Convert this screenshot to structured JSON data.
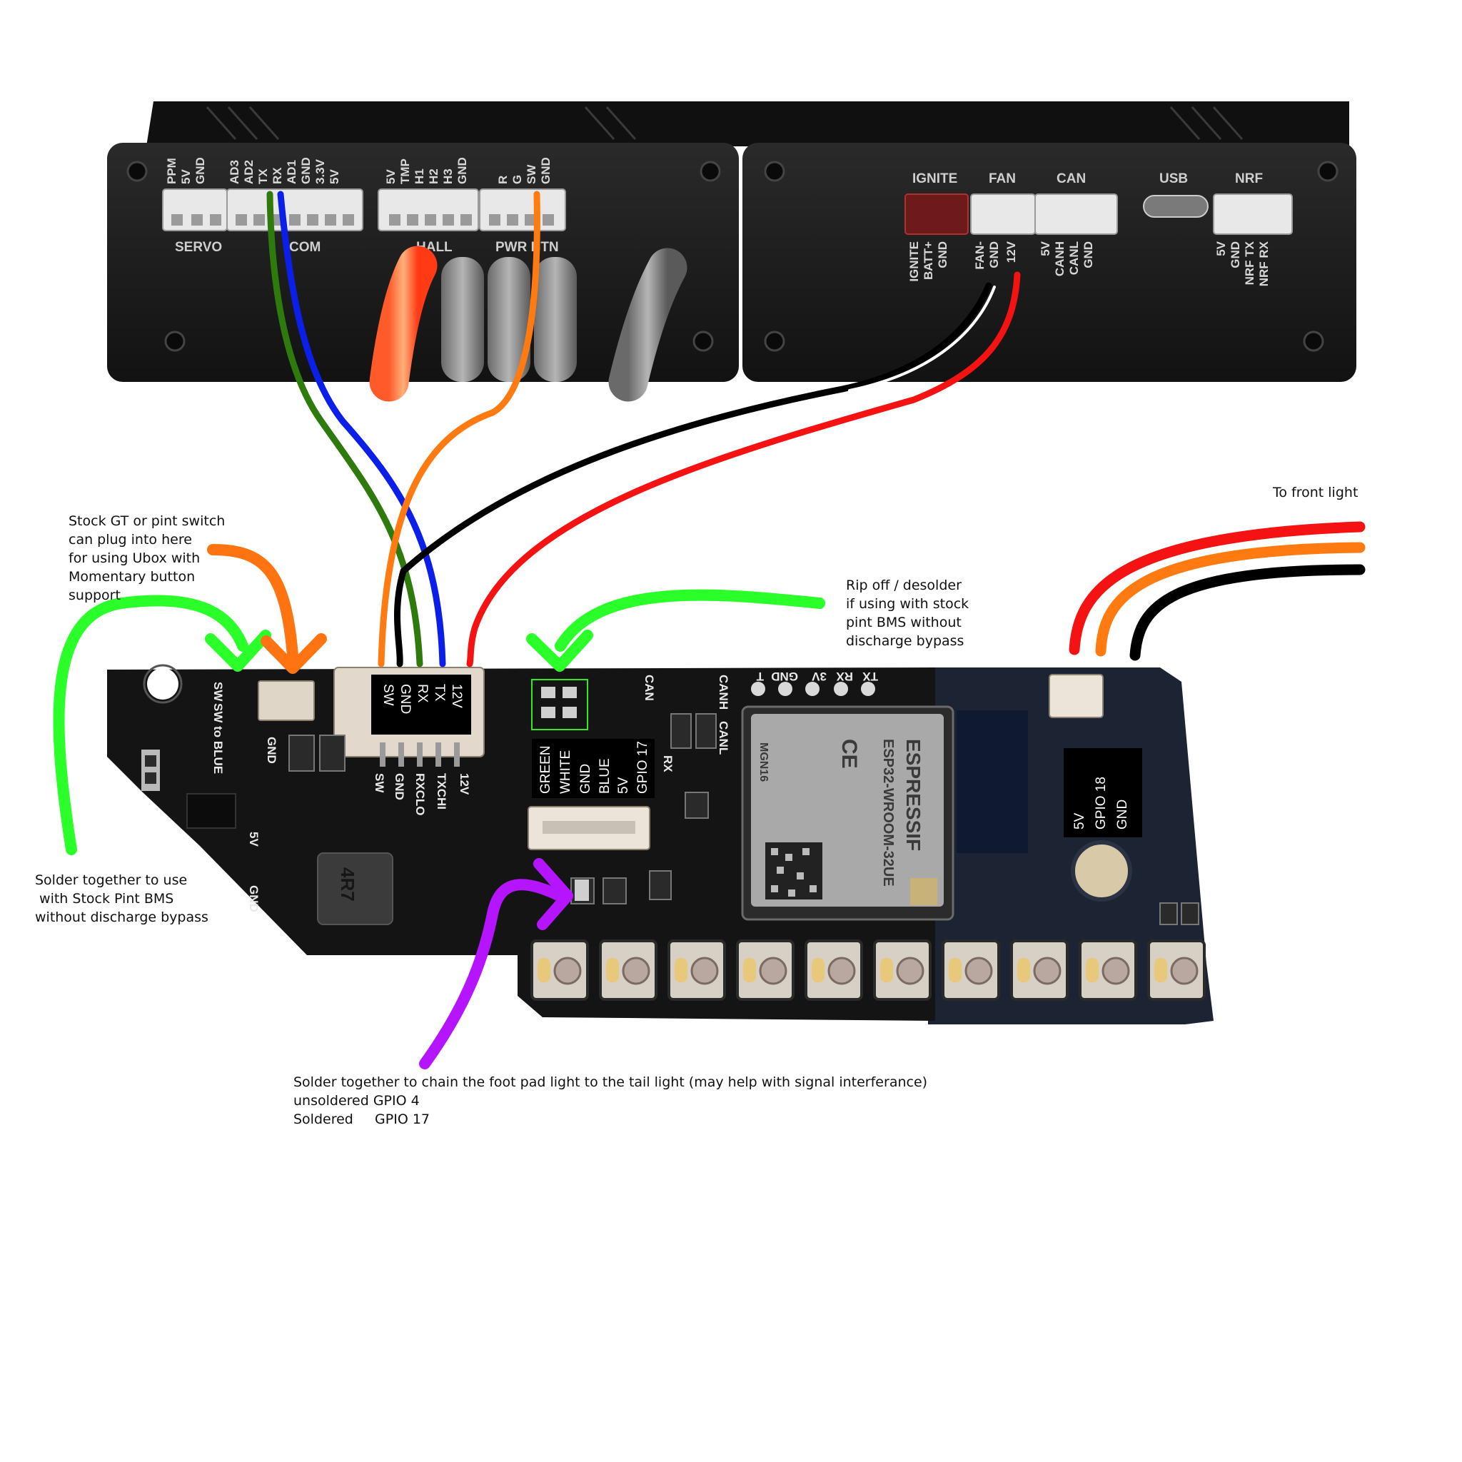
{
  "colors": {
    "wire_green": "#2e7a0c",
    "wire_blue": "#0b1fe8",
    "wire_orange": "#ff7a10",
    "wire_black": "#000000",
    "wire_red": "#f51212",
    "arrow_green": "#2aff2a",
    "arrow_orange": "#ff7410",
    "arrow_purple": "#b414ff",
    "label_green_box": "#36e81e",
    "pcb_dark": "#141414",
    "pcb_blue": "#1c2433",
    "vesc_body": "#1c1c1c"
  },
  "vesc": {
    "left_pins": {
      "servo": [
        "PPM",
        "5V",
        "GND"
      ],
      "com": [
        "AD3",
        "AD2",
        "TX",
        "RX",
        "AD1",
        "GND",
        "3.3V",
        "5V"
      ],
      "hall": [
        "5V",
        "TMP",
        "H1",
        "H2",
        "H3",
        "GND"
      ],
      "pwr_btn": [
        "R",
        "G",
        "SW",
        "GND"
      ]
    },
    "left_labels": {
      "servo": "SERVO",
      "com": "COM",
      "hall": "HALL",
      "pwr_btn": "PWR BTN"
    },
    "right_headers": {
      "ignite": "IGNITE",
      "fan": "FAN",
      "can": "CAN",
      "usb": "USB",
      "nrf": "NRF"
    },
    "right_pins": {
      "ignite": [
        "IGNITE",
        "BATT+",
        "GND"
      ],
      "fan": [
        "FAN-",
        "GND",
        "12V"
      ],
      "can": [
        "5V",
        "CANH",
        "CANL",
        "GND"
      ],
      "nrf": [
        "5V",
        "GND",
        "NRF TX",
        "NRF RX"
      ]
    }
  },
  "board": {
    "main_connector": [
      "12V",
      "TX",
      "RX",
      "GND",
      "SW"
    ],
    "main_silkscreen": [
      "SW",
      "GND",
      "RXCLO",
      "TXCHI",
      "12V"
    ],
    "sw_silk": [
      "SW",
      "GND",
      "SW"
    ],
    "sw_blue": "SW to BLUE",
    "silk_5v": "5V",
    "silk_gnd": "GND",
    "inductor": "4R7",
    "rx_silk": "RX",
    "can_silk": [
      "CAN",
      "CANH",
      "CANL"
    ],
    "top_header": [
      "TX",
      "RX",
      "3V",
      "GND",
      "T"
    ],
    "light_connector": [
      "GREEN",
      "WHITE",
      "GND",
      "BLUE",
      "5V",
      "GPIO 17"
    ],
    "front_connector": [
      "5V",
      "GPIO 18",
      "GND"
    ],
    "esp_brand": "ESPRESSIF",
    "esp_model": "ESP32-WROOM-32UE",
    "esp_ce": "CE",
    "esp_code": "MGN16",
    "led_count": 10
  },
  "notes": {
    "front_light": "To front light",
    "stock_switch": "Stock GT or pint switch\ncan plug into here\nfor using Ubox with\nMomentary button\nsupport",
    "rip_off": "Rip off / desolder\nif using with stock\npint BMS without\ndischarge bypass",
    "solder_bms": "Solder together to use\n with Stock Pint BMS\nwithout discharge bypass",
    "chain": "Solder together to chain the foot pad light to the tail light (may help with signal interferance)\nunsoldered GPIO 4\nSoldered     GPIO 17"
  }
}
